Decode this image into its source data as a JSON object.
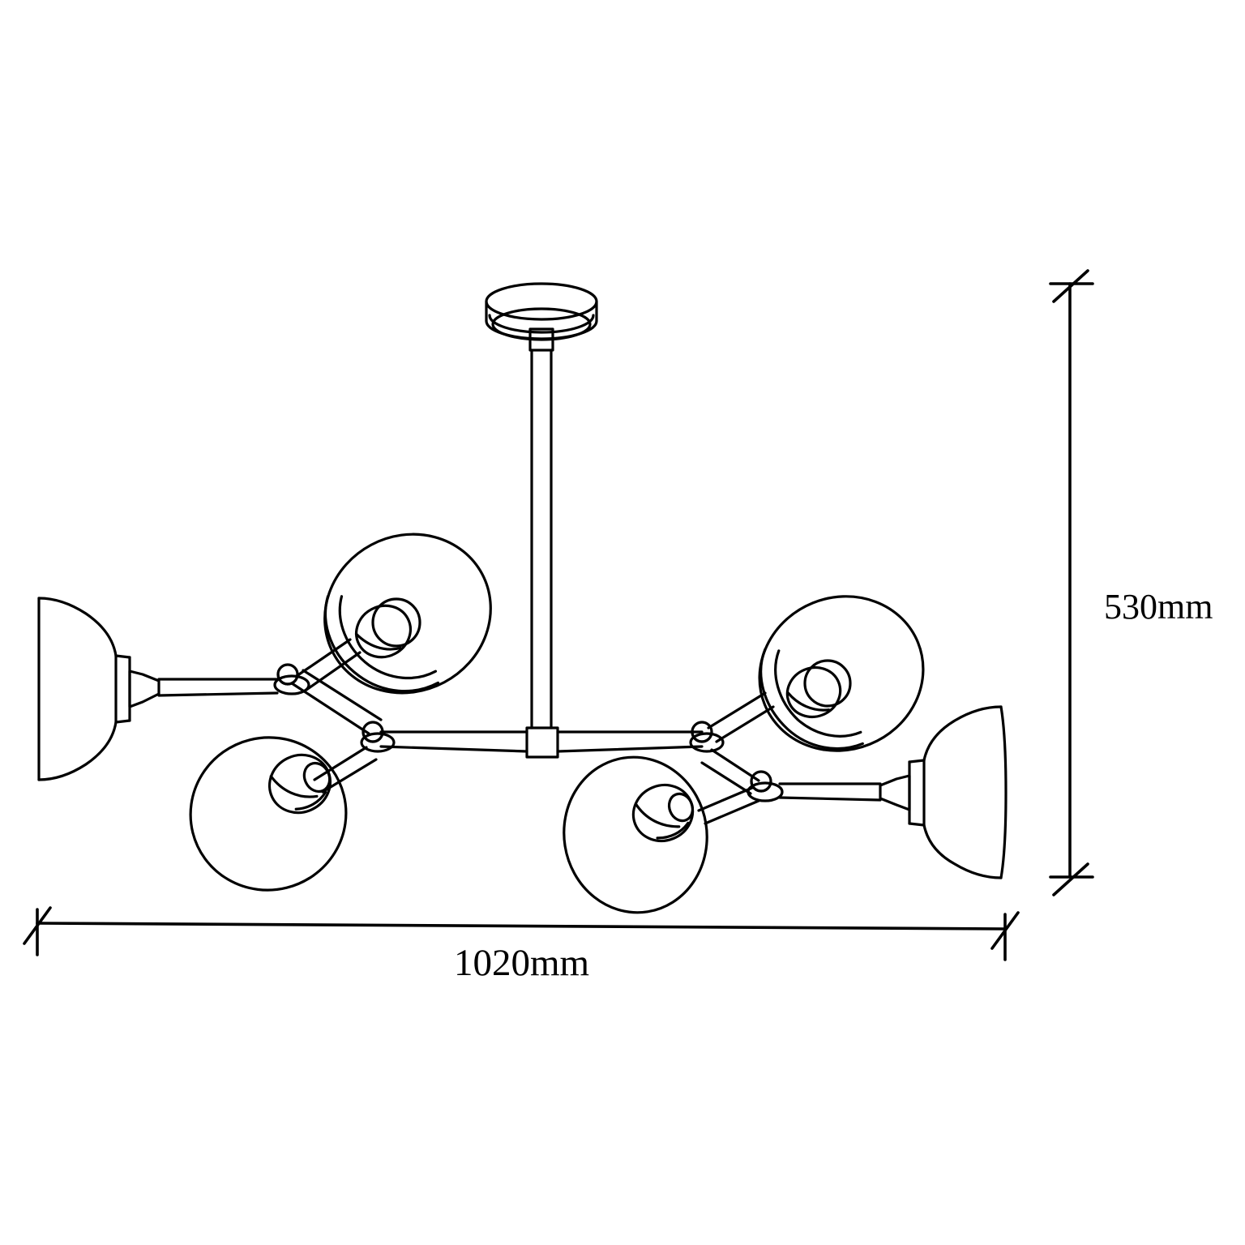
{
  "drawing": {
    "title": "Six-light branching chandelier technical outline drawing",
    "view": "three-quarter perspective elevation",
    "background_color": "#ffffff",
    "line_color": "#000000",
    "units": "mm"
  },
  "dimensions": {
    "width": {
      "value": "1020mm",
      "number": 1020,
      "unit": "mm",
      "orientation": "horizontal",
      "position": "bottom",
      "terminator": "architectural-slash-tick"
    },
    "height": {
      "value": "530mm",
      "number": 530,
      "unit": "mm",
      "orientation": "vertical",
      "position": "right",
      "terminator": "architectural-slash-tick"
    }
  },
  "fixture": {
    "canopy": {
      "name": "ceiling-canopy",
      "shape": "round disc in perspective"
    },
    "stem": {
      "name": "drop-rod",
      "shape": "slim vertical tube"
    },
    "hub": {
      "name": "center-hub",
      "shape": "rectangular block"
    },
    "arms_count": 6,
    "joints_count": 4,
    "shades": [
      {
        "id": "shade-left-outer",
        "view": "profile",
        "faces": "left"
      },
      {
        "id": "shade-upper-left",
        "view": "front-open-bowl",
        "has_bulb": true
      },
      {
        "id": "shade-lower-left",
        "view": "rear-dome",
        "has_bulb": true
      },
      {
        "id": "shade-lower-center",
        "view": "rear-dome",
        "has_bulb": true
      },
      {
        "id": "shade-upper-right",
        "view": "front-open-bowl",
        "has_bulb": true
      },
      {
        "id": "shade-right-outer",
        "view": "profile",
        "faces": "right"
      }
    ]
  }
}
